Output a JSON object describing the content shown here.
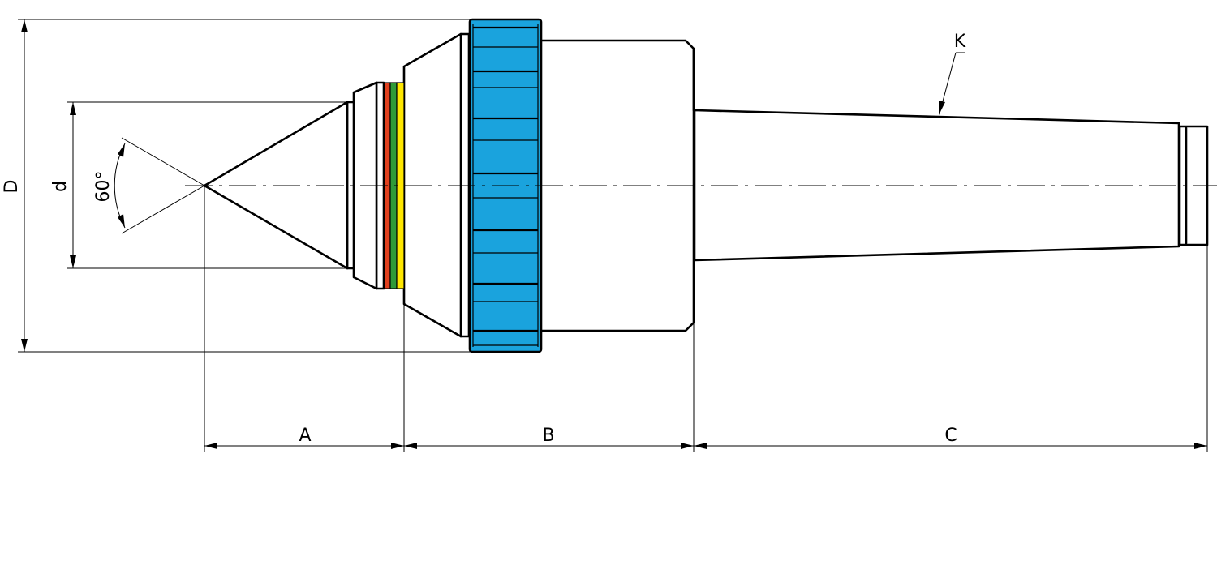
{
  "labels": {
    "dim_A": "A",
    "dim_B": "B",
    "dim_C": "C",
    "dim_D": "D",
    "dim_d": "d",
    "angle": "60°",
    "taper": "K"
  },
  "colors": {
    "knurl_ring": "#1aa3dd",
    "band_red": "#e0401e",
    "band_green": "#2f9a38",
    "band_yellow": "#ffe700",
    "line": "#000000"
  }
}
